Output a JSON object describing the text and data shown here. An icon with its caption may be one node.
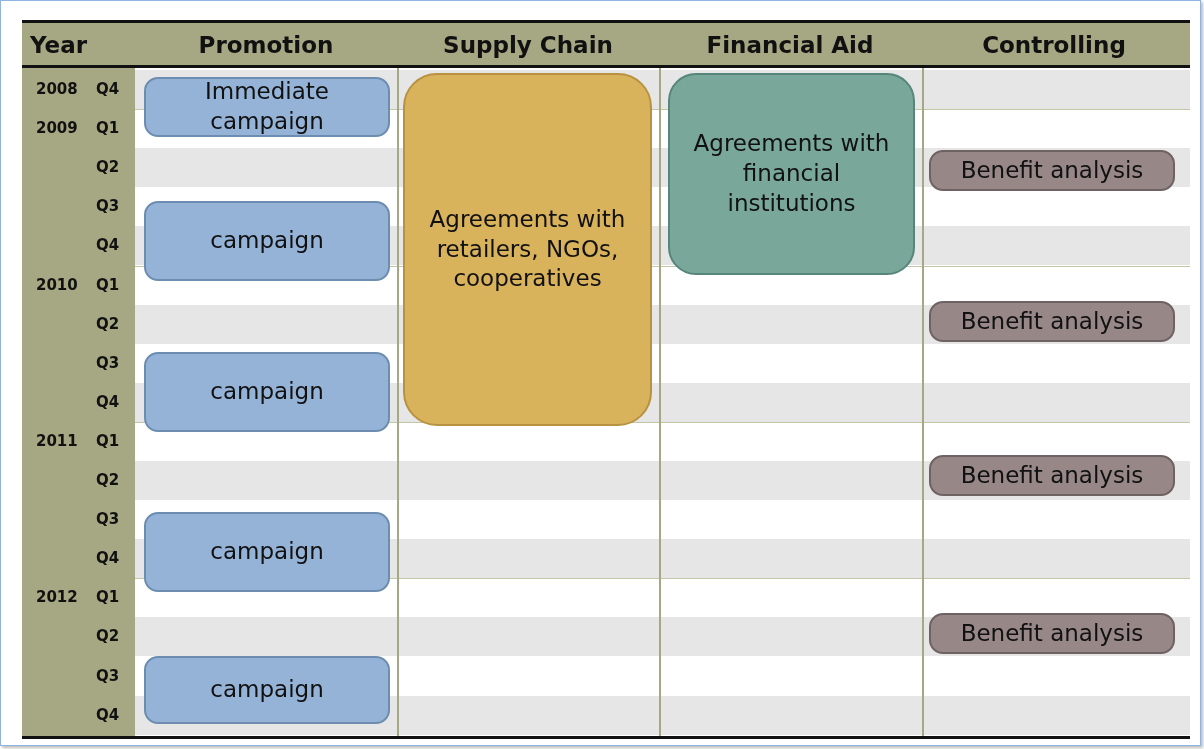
{
  "diagram": {
    "nodes": [
      {
        "text": [
          "Immediate campaign"
        ]
      },
      {
        "text": [
          "campaign"
        ]
      },
      {
        "text": [
          "campaign"
        ]
      },
      {
        "text": [
          "campaign"
        ]
      },
      {
        "text": [
          "campaign"
        ]
      },
      {
        "text": [
          "Agreements with retailers, NGOs, cooperatives"
        ]
      },
      {
        "text": [
          "Agreements with financial institutions"
        ]
      },
      {
        "text": [
          "Benefit analysis"
        ]
      },
      {
        "text": [
          "Benefit analysis"
        ]
      },
      {
        "text": [
          "Benefit analysis"
        ]
      },
      {
        "text": [
          "Benefit analysis"
        ]
      }
    ],
    "labels": [
      "Year",
      "Promotion",
      "Supply Chain",
      "Financial Aid",
      "Controlling",
      "2008",
      "Q4",
      "2009",
      "Q1",
      "Q2",
      "Q3",
      "Q4",
      "2010",
      "Q1",
      "Q2",
      "Q3",
      "Q4",
      "2011",
      "Q1",
      "Q2",
      "Q3",
      "Q4",
      "2012",
      "Q1",
      "Q2",
      "Q3",
      "Q4"
    ]
  }
}
